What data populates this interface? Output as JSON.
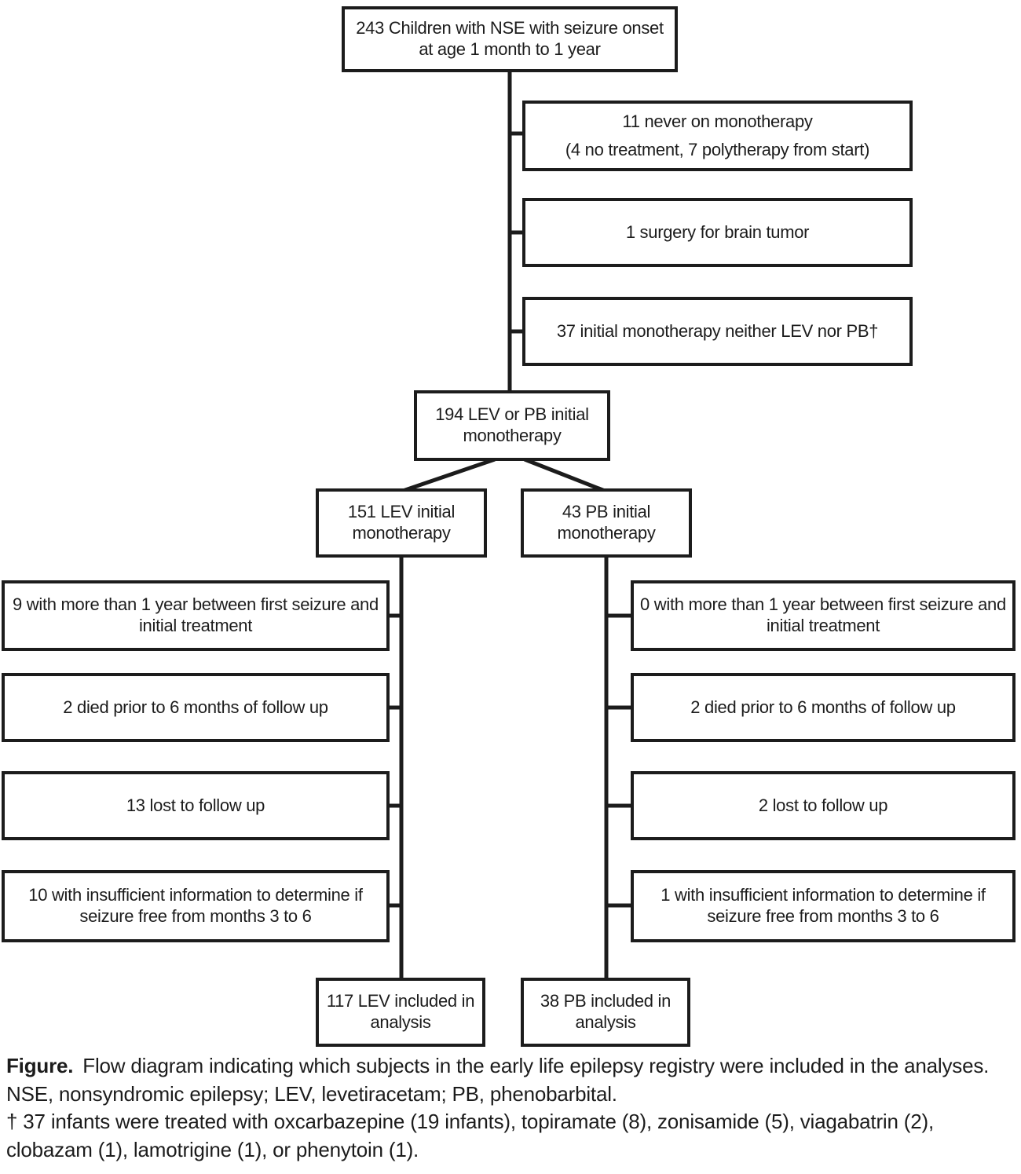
{
  "figure": {
    "nodes": {
      "enrolled": "243 Children with NSE with seizure onset at age 1 month to 1 year",
      "never_monotherapy_line1": "11 never on monotherapy",
      "never_monotherapy_line2": "(4 no treatment, 7 polytherapy from start)",
      "surgery": "1 surgery for brain tumor",
      "other_monotherapy": "37 initial monotherapy neither LEV nor PB†",
      "lev_or_pb": "194 LEV or PB initial monotherapy",
      "lev_initial": "151 LEV initial monotherapy",
      "pb_initial": "43 PB initial monotherapy",
      "lev_included": "117 LEV included in analysis",
      "pb_included": "38 PB included in analysis"
    },
    "lev_exclusions": [
      "9 with more than 1 year between first seizure and initial treatment",
      "2 died prior to 6 months of follow up",
      "13 lost to follow up",
      "10 with insufficient information to determine if seizure free from months 3 to 6"
    ],
    "pb_exclusions": [
      "0 with more than 1 year between first seizure and initial treatment",
      "2 died prior to 6 months of follow up",
      "2 lost to follow up",
      "1 with insufficient information to determine if seizure free from months 3 to 6"
    ]
  },
  "caption": {
    "label": "Figure.",
    "text": "Flow diagram indicating which subjects in the early life epilepsy registry were included in the analyses.  NSE, nonsyndromic epilepsy; LEV, levetiracetam; PB, phenobarbital.",
    "footnote": "† 37 infants were treated with oxcarbazepine (19 infants), topiramate (8), zonisamide (5), viagabatrin (2), clobazam (1), lamotrigine (1), or phenytoin (1)."
  },
  "colors": {
    "line": "#1c1c1c",
    "text": "#1c1c1c",
    "background": "#ffffff"
  }
}
